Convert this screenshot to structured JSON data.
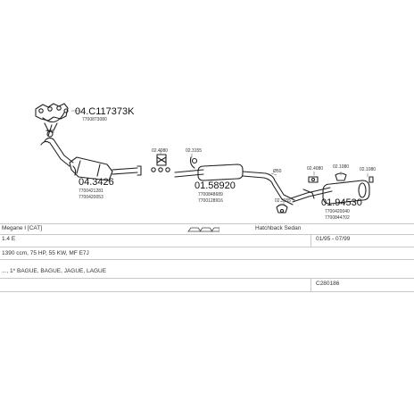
{
  "parts": {
    "manifold": {
      "number": "04.C117373K",
      "oe": [
        "7700873080"
      ]
    },
    "catalyst": {
      "number": "04.3426",
      "oe": [
        "7700421281",
        "7700420053"
      ]
    },
    "clamp_a": {
      "number": "02.4080"
    },
    "clamp_b": {
      "number": "02.3155"
    },
    "middle": {
      "number": "01.58920",
      "oe": [
        "7700848689",
        "7700128916"
      ]
    },
    "pipe_diam": {
      "number": "Ø50"
    },
    "mount_a": {
      "number": "02.3155"
    },
    "mount_b": {
      "number": "02.4080"
    },
    "mount_c": {
      "number": "02.1080"
    },
    "mount_d": {
      "number": "02.1080"
    },
    "rear": {
      "number": "01.94530",
      "oe": [
        "7700420040",
        "7700844702"
      ]
    }
  },
  "info": {
    "model": "Megane I [CAT]",
    "body_type": "Hatchback Sedan",
    "engine": "1.4 E",
    "years": "01/95 - 07/99",
    "specs": "1390 ccm, 75 HP, 55 KW, MF E7J",
    "notes": "..., 1* BAGUE, BAGUE, JAGUE, LAGUE",
    "code": "C280186"
  }
}
